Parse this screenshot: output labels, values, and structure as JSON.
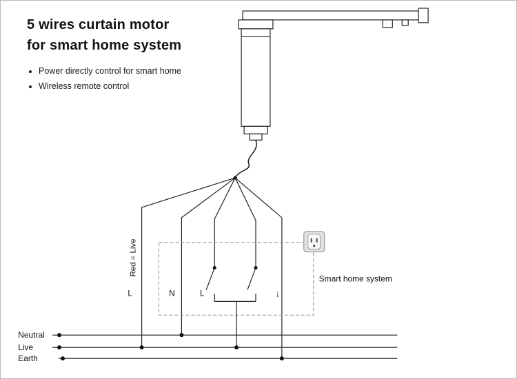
{
  "header": {
    "title_line1": "5 wires curtain motor",
    "title_line2": "for smart home system",
    "bullets": [
      "Power directly control for smart home",
      "Wireless remote control"
    ]
  },
  "diagram": {
    "rotated_wire_label": "Red = Live",
    "terminals": {
      "live": "L",
      "neutral": "N",
      "switch_live": "L",
      "earth_arrow": "↓"
    },
    "smart_home_label": "Smart home system",
    "buses": {
      "neutral": "Neutral",
      "live": "Live",
      "earth": "Earth"
    }
  },
  "colors": {
    "line": "#222222",
    "dashed_box": "#999999",
    "background": "#ffffff"
  }
}
